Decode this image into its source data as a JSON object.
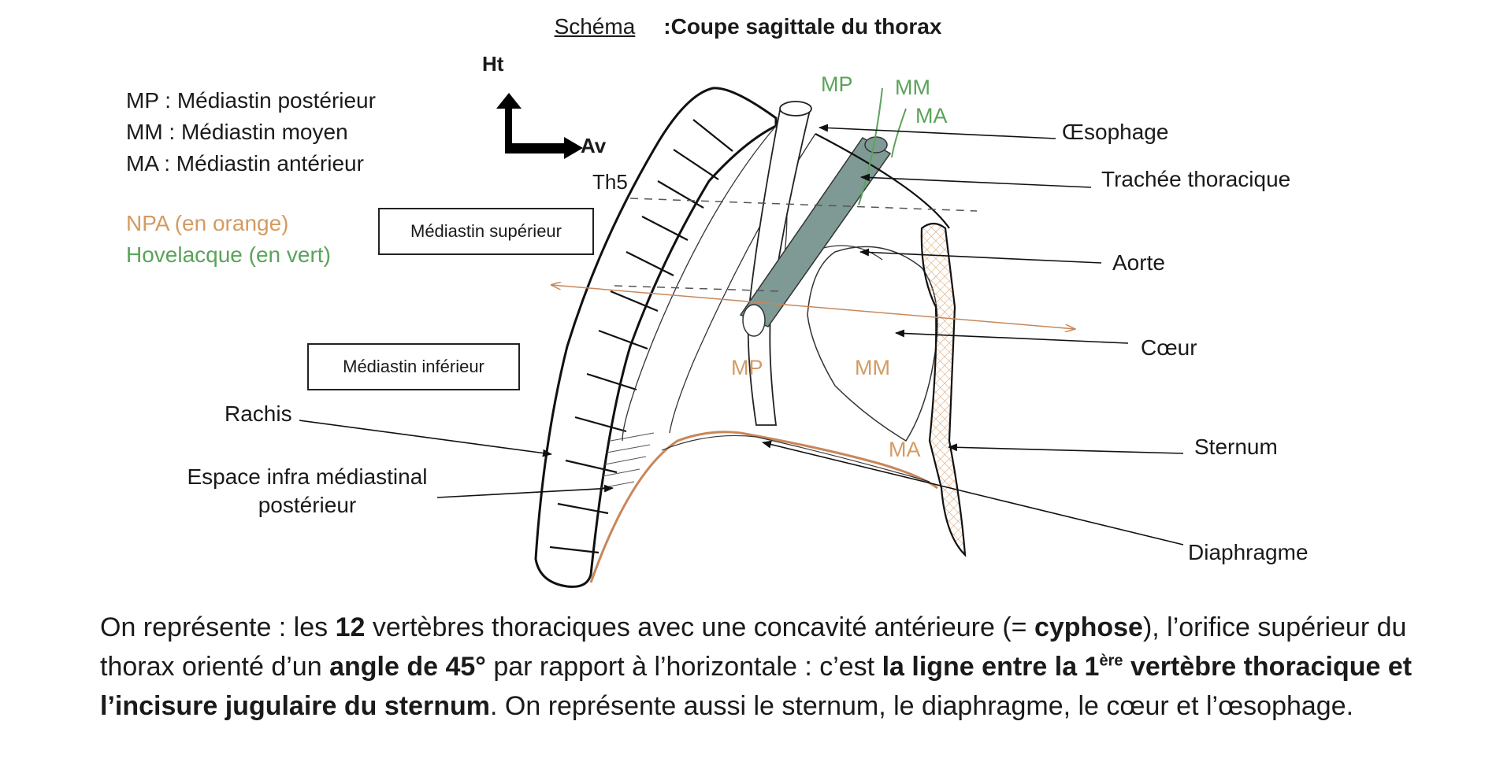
{
  "title": {
    "schema": "Schéma",
    "text": ":Coupe sagittale du thorax"
  },
  "legend": {
    "mp": "MP : Médiastin postérieur",
    "mm": "MM : Médiastin moyen",
    "ma": "MA : Médiastin antérieur",
    "npa": "NPA (en orange)",
    "hovelacque": "Hovelacque (en vert)"
  },
  "orientation": {
    "ht": "Ht",
    "av": "Av"
  },
  "boxes": {
    "superieur": "Médiastin supérieur",
    "inferieur": "Médiastin inférieur"
  },
  "labels": {
    "th5": "Th5",
    "rachis": "Rachis",
    "espace_line1": "Espace infra médiastinal",
    "espace_line2": "postérieur",
    "oesophage": "Œsophage",
    "trachee": "Trachée thoracique",
    "aorte": "Aorte",
    "coeur": "Cœur",
    "sternum": "Sternum",
    "diaphragme": "Diaphragme"
  },
  "zones_green": {
    "mp": "MP",
    "mm": "MM",
    "ma": "MA"
  },
  "zones_orange": {
    "mp": "MP",
    "mm": "MM",
    "ma": "MA"
  },
  "colors": {
    "orange": "#d49a62",
    "green": "#5aa35a",
    "trachea_fill": "#7f9a95"
  },
  "paragraph": {
    "p1": "On représente : les ",
    "b1": "12",
    "p2": " vertèbres thoraciques avec une concavité antérieure (= ",
    "b2": "cyphose",
    "p3": "), l’orifice supérieur du thorax orienté d’un ",
    "b3": "angle de 45°",
    "p4": " par rapport à l’horizontale : c’est ",
    "b4": "la ligne entre la 1",
    "sup": "ère",
    "b5": " vertèbre thoracique et l’incisure jugulaire du sternum",
    "p5": ". On représente aussi le sternum, le diaphragme, le cœur et l’œsophage."
  }
}
